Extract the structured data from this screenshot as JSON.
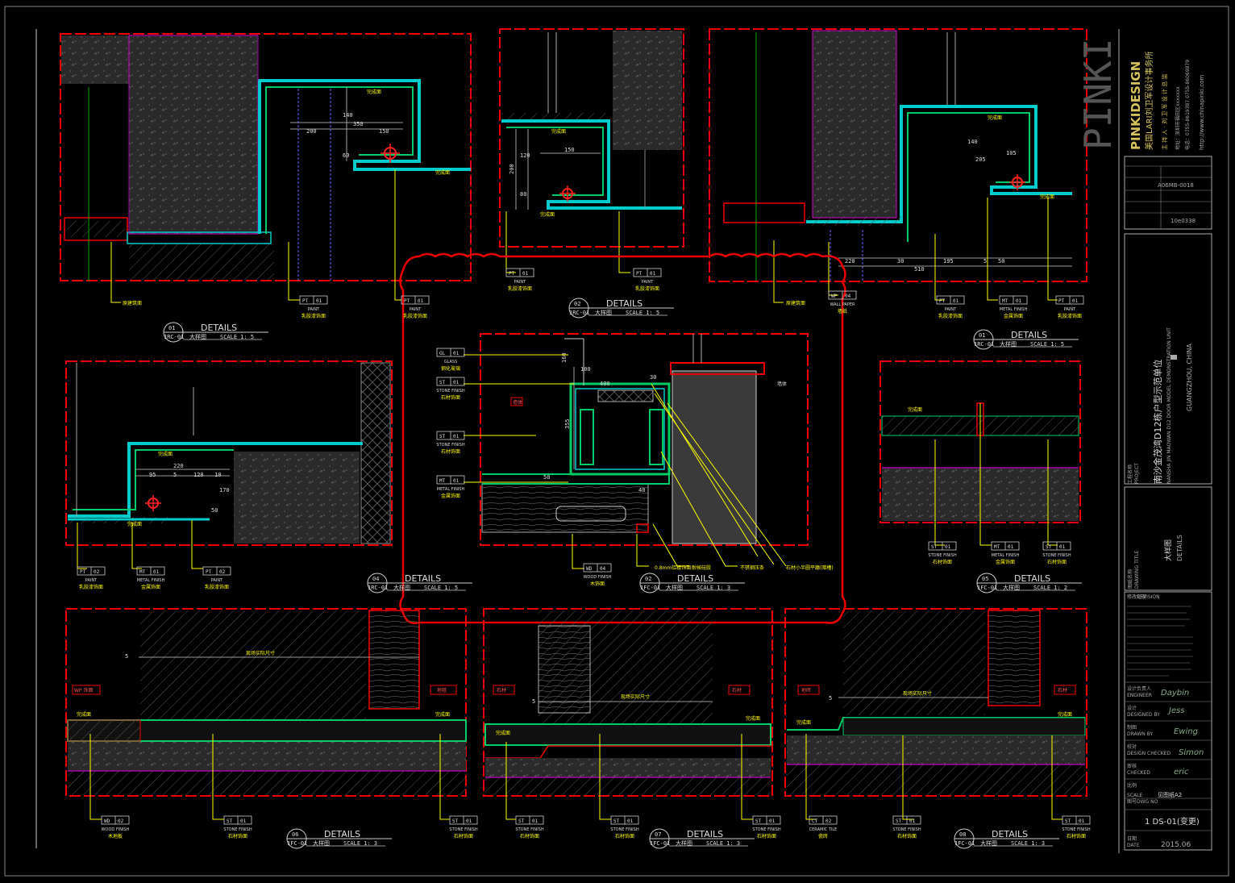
{
  "brand": {
    "logo_big": "PINKI",
    "logo_name": "PINKIDESIGN",
    "logo_cn": "美国LARI刘卫军设计事务所",
    "logo_tag": "主 持 人 · 刘 卫 军 设 计 总 监",
    "address": "地址：深圳市福田区xxxxxxx",
    "phone": "电话：0755-8619387 0755-86069879",
    "url": "http://www.chinapinki.com"
  },
  "titleblock": {
    "project_cn": "南沙金茂湾D12栋户型示范单位",
    "project_en": "NANSHA JIN MAOWAN D12 DOOR MODEL DEMONSTRATION UNIT",
    "location": "GUANGZHOU, CHINA",
    "project_label_cn": "工程名称",
    "project_label_en": "PROJECT",
    "drawing_title_label_cn": "图纸名称",
    "drawing_title_label_en": "DRAWING TITLE",
    "drawing_title_cn": "大样图",
    "drawing_title_en": "DETAILS",
    "revision_label_cn": "修改记录",
    "revision_label_en": "REVISION",
    "engineer_cn": "设计负责人",
    "engineer_en": "ENGINEER",
    "designed_cn": "设计",
    "designed_en": "DESIGNED BY",
    "drawn_cn": "制图",
    "drawn_en": "DRAWN BY",
    "checked_cn": "校对",
    "checked_en": "DESIGN CHECKED",
    "checked2_cn": "审核",
    "checked2_en": "CHECKED",
    "scale_cn": "比例",
    "scale_en": "SCALE",
    "scale_value": "见图纸A2",
    "dwg_cn": "图号",
    "dwg_en": "DWG NO",
    "dwg_value": "1 DS-01(变更)",
    "date_cn": "日期",
    "date_en": "DATE",
    "date_value": "2015.06",
    "info_value1": "A06MB-0018",
    "info_value2": "10e0338",
    "signature_engineer": "Daybin",
    "signature_designed": "Jess",
    "signature_drawn": "Ewing",
    "signature_checked": "Simon",
    "signature_checked2": "eric"
  },
  "details": [
    {
      "num": "01",
      "ref": "1RC-01",
      "cn": "大样图",
      "title": "DETAILS",
      "scale": "SCALE  1: 5"
    },
    {
      "num": "02",
      "ref": "1RC-01",
      "cn": "大样图",
      "title": "DETAILS",
      "scale": "SCALE  1: 5"
    },
    {
      "num": "01",
      "ref": "1RC-01",
      "cn": "大样图",
      "title": "DETAILS",
      "scale": "SCALE  1: 5"
    },
    {
      "num": "04",
      "ref": "1RC-01",
      "cn": "大样图",
      "title": "DETAILS",
      "scale": "SCALE  1: 5"
    },
    {
      "num": "02",
      "ref": "1FC-01",
      "cn": "大样图",
      "title": "DETAILS",
      "scale": "SCALE  1: 3"
    },
    {
      "num": "05",
      "ref": "1FC-01",
      "cn": "大样图",
      "title": "DETAILS",
      "scale": "SCALE  1: 2"
    },
    {
      "num": "06",
      "ref": "1FC-01",
      "cn": "大样图",
      "title": "DETAILS",
      "scale": "SCALE  1: 3"
    },
    {
      "num": "07",
      "ref": "1FC-01",
      "cn": "大样图",
      "title": "DETAILS",
      "scale": "SCALE  1: 3"
    },
    {
      "num": "08",
      "ref": "1FC-01",
      "cn": "大样图",
      "title": "DETAILS",
      "scale": "SCALE  1: 3"
    }
  ],
  "tags": {
    "pt01": {
      "code": "PT",
      "num": "01",
      "en": "PAINT",
      "cn": "乳胶漆饰面"
    },
    "pt02": {
      "code": "PT",
      "num": "02",
      "en": "PAINT",
      "cn": "乳胶漆饰面"
    },
    "mt01": {
      "code": "MT",
      "num": "01",
      "en": "METAL FINISH",
      "cn": "金属饰面"
    },
    "st01": {
      "code": "ST",
      "num": "01",
      "en": "STONE FINISH",
      "cn": "石材饰面"
    },
    "wd02": {
      "code": "WD",
      "num": "02",
      "en": "WOOD FINISH",
      "cn": "木地板"
    },
    "wd04": {
      "code": "WD",
      "num": "04",
      "en": "WOOD FINISH",
      "cn": "木饰面"
    },
    "gl01": {
      "code": "GL",
      "num": "01",
      "en": "GLASS",
      "cn": "钢化玻璃"
    },
    "ct02": {
      "code": "CT",
      "num": "02",
      "en": "CERAMIC TILE",
      "cn": "瓷砖"
    },
    "wp04": {
      "code": "WP",
      "num": "04",
      "en": "WALL PAPER",
      "cn": "墙纸"
    }
  },
  "dims": {
    "d200": "200",
    "d150": "150",
    "d350": "350",
    "d140": "140",
    "d60": "60",
    "d120": "120",
    "d80": "80",
    "d205": "205",
    "d105": "105",
    "d220": "220",
    "d30": "30",
    "d510": "510",
    "d195": "195",
    "d5": "5",
    "d50": "50",
    "d95": "95",
    "d170": "170",
    "d160": "160",
    "d100": "100",
    "d355": "355",
    "d40": "40",
    "d10": "10",
    "d400": "400"
  },
  "notes": {
    "ceiling": "原建筑面",
    "wall": "墙体",
    "floor_level": "完成面",
    "foam": "0.8mm铝板饰面",
    "sealant": "耐候硅胶",
    "steel": "不锈钢压条",
    "stone_edge": "石材小半圆平磨(暗槽)",
    "by_site": "现场实际尺寸",
    "wp_tag": "WP 饰面",
    "label_a": "地毯",
    "label_b": "石材",
    "label_c": "地砖"
  }
}
